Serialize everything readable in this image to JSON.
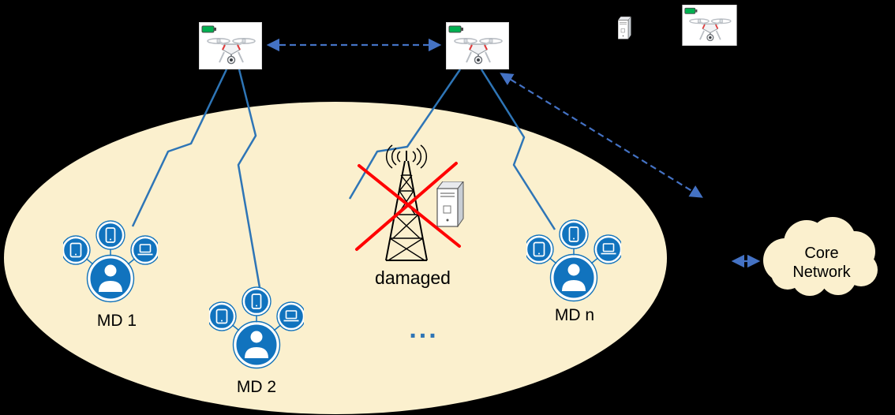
{
  "diagram": {
    "kind": "uav-emergency-network-diagram",
    "labels": {
      "md_1": "MD 1",
      "md_2": "MD 2",
      "md_n": "MD n",
      "damaged": "damaged",
      "ellipsis": "...",
      "core_line1": "Core",
      "core_line2": "Network"
    },
    "icons": {
      "uav_1": "uav-drone-icon",
      "uav_2": "uav-drone-icon",
      "uav_legend": "uav-drone-icon",
      "server_legend": "server-icon",
      "damaged_server": "server-icon",
      "base_station": "damaged-base-station-icon",
      "signal_arcs": "radio-signal-icon",
      "red_cross": "damaged-cross-icon",
      "person": "person-icon",
      "tablet": "tablet-icon",
      "smartphone": "smartphone-icon",
      "laptop": "laptop-icon",
      "cloud": "cloud-icon",
      "battery": "battery-icon"
    },
    "colors": {
      "background": "#000000",
      "disaster_area_fill": "#FBF0CE",
      "cloud_fill": "#FBF0CE",
      "wireless_link_blue": "#2E75B6",
      "dashed_link_blue": "#4472C4",
      "cluster_blue": "#1173BE",
      "damage_red": "#FF0000",
      "battery_green": "#00B050",
      "icon_white": "#FFFFFF"
    }
  }
}
